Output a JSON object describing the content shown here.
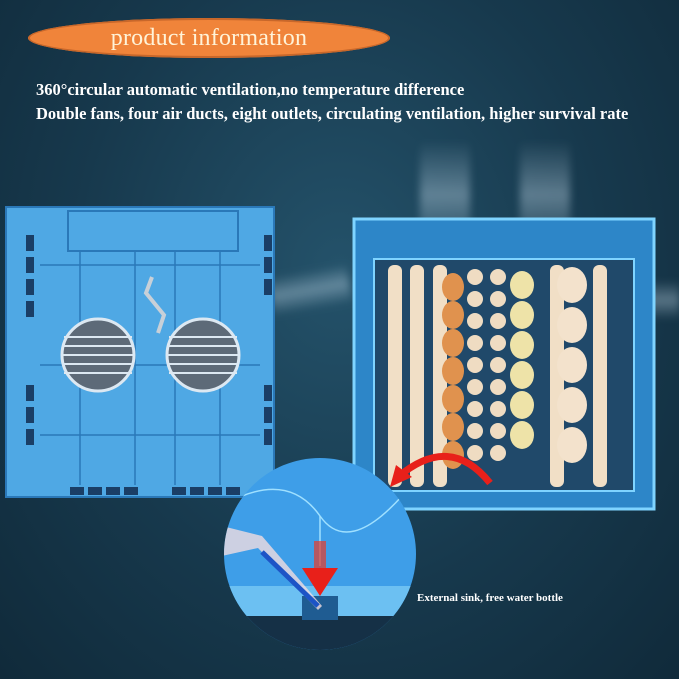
{
  "header": {
    "badge_label": "product information",
    "badge_color": "#f0843a"
  },
  "features": [
    "360°circular automatic ventilation,no temperature difference",
    "Double fans, four air ducts, eight outlets, circulating ventilation, higher survival rate"
  ],
  "callout": {
    "caption": "External sink, free water bottle"
  },
  "illustration": {
    "left_panel": "fan-panel-with-two-fans",
    "right_panel": "egg-tray-incubator",
    "inset": "water-sink-closeup",
    "accent_blue": "#3aa0e0",
    "arrow_color": "#e8201a"
  }
}
